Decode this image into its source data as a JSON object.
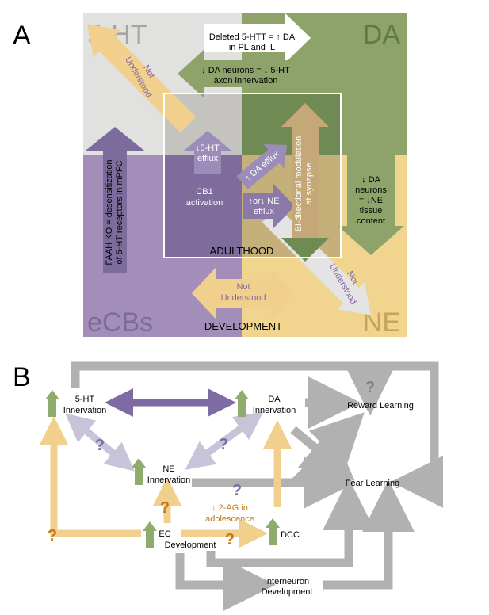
{
  "panel_a": {
    "letter": "A",
    "corners": {
      "top_left": "5-HT",
      "top_right": "DA",
      "bottom_left": "eCBs",
      "bottom_right": "NE"
    },
    "not_understood_top": [
      "Not",
      "Understood"
    ],
    "deleted_5htt": [
      "Deleted 5-HTT = ↑ DA",
      "in PL and IL"
    ],
    "da_neurons_5ht": [
      "↓ DA neurons = ↓ 5-HT",
      "axon innervation"
    ],
    "faah": [
      "FAAH KO = desensitization",
      "of 5-HT receptors in mPFC"
    ],
    "ht_efflux": [
      "↓5-HT",
      "efflux"
    ],
    "cb1": [
      "CB1",
      "activation"
    ],
    "da_efflux": "↑ DA efflux",
    "ne_efflux": [
      "↑or↓ NE",
      "efflux"
    ],
    "bidirectional": [
      "Bi-directional modulation",
      "at synapse"
    ],
    "da_ne_tissue": [
      "↓ DA",
      "neurons",
      "= ↓NE",
      "tissue",
      "content"
    ],
    "not_understood_ne": [
      "Not",
      "Understood"
    ],
    "not_understood_dev": [
      "Not",
      "Understood"
    ],
    "adulthood": "ADULTHOOD",
    "development": "DEVELOPMENT",
    "colors": {
      "gray": "#e1e1df",
      "green": "#8ea36a",
      "purple": "#a28eb9",
      "yellow": "#f1d58f",
      "dark_purple": "#7a6a99",
      "tan": "#c4a878"
    }
  },
  "panel_b": {
    "letter": "B",
    "nodes": {
      "ht_innervation": [
        "5-HT",
        "Innervation"
      ],
      "da_innervation": [
        "DA",
        "Innervation"
      ],
      "reward_learning": "Reward Learning",
      "ne_innervation": [
        "NE",
        "Innervation"
      ],
      "fear_learning": "Fear Learning",
      "ec_development": [
        "EC",
        "Development"
      ],
      "dcc": "DCC",
      "interneuron_development": [
        "Interneuron",
        "Development"
      ]
    },
    "two_ag": [
      "↓ 2-AG in",
      "adolescence"
    ],
    "question_mark": "?",
    "colors": {
      "gray_arrow": "#b1b1b1",
      "purple_arrow": "#7f6ba3",
      "light_purple": "#c8c3d8",
      "yellow_arrow": "#f1d08e",
      "green_marker": "#8eac6e",
      "orange_text": "#c07a1a",
      "purple_q": "#7f6ba3",
      "gray_q": "#808080"
    }
  }
}
